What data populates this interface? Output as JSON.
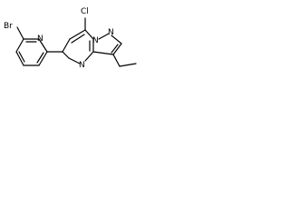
{
  "molecule": {
    "atoms": {
      "bromine": "Br",
      "chlorine": "Cl",
      "pyridine_n": "N",
      "pyrimidine_n": "N",
      "bridgehead_n": "N",
      "pyrazole_n": "N"
    },
    "colors": {
      "bond": "#000000",
      "label": "#000000",
      "background": "#ffffff"
    }
  }
}
